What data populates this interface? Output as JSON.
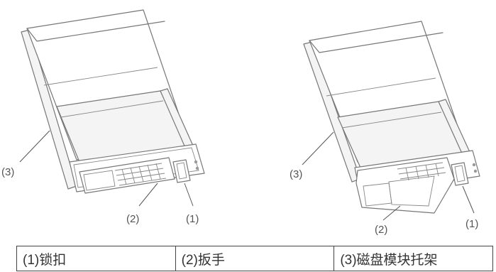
{
  "figure": {
    "left_device": {
      "callouts": {
        "latch": "(1)",
        "handle": "(2)",
        "tray": "(3)"
      }
    },
    "right_device": {
      "callouts": {
        "latch": "(1)",
        "handle": "(2)",
        "tray": "(3)"
      }
    }
  },
  "legend": {
    "cells": [
      "(1)锁扣",
      "(2)扳手",
      "(3)磁盘模块托架"
    ]
  }
}
